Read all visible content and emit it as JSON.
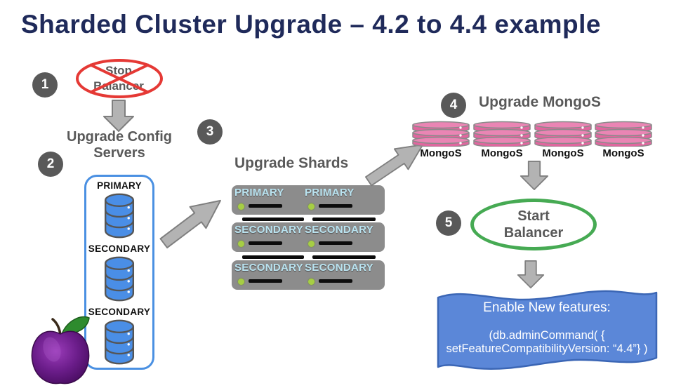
{
  "title": "Sharded Cluster Upgrade – 4.2 to 4.4 example",
  "steps": [
    {
      "number": "1",
      "label": "Stop Balancer"
    },
    {
      "number": "2",
      "label": "Upgrade Config Servers"
    },
    {
      "number": "3",
      "label": "Upgrade Shards"
    },
    {
      "number": "4",
      "label": "Upgrade MongoS"
    },
    {
      "number": "5",
      "label": "Start Balancer"
    }
  ],
  "config_servers": {
    "nodes": [
      {
        "role": "PRIMARY"
      },
      {
        "role": "SECONDARY"
      },
      {
        "role": "SECONDARY"
      }
    ]
  },
  "shards": {
    "rows": [
      {
        "left": "PRIMARY",
        "right": "PRIMARY"
      },
      {
        "left": "SECONDARY",
        "right": "SECONDARY"
      },
      {
        "left": "SECONDARY",
        "right": "SECONDARY"
      }
    ]
  },
  "mongos": {
    "instances": [
      {
        "label": "MongoS"
      },
      {
        "label": "MongoS"
      },
      {
        "label": "MongoS"
      },
      {
        "label": "MongoS"
      }
    ]
  },
  "feature_box": {
    "title": "Enable New features:",
    "code_line1": "(db.adminCommand( {",
    "code_line2": "setFeatureCompatibilityVersion: “4.4”} )"
  },
  "colors": {
    "title_navy": "#1f2a5a",
    "step_gray": "#595959",
    "arrow_gray": "#b3b3b3",
    "no_sign_red": "#e53935",
    "config_blue": "#4a90e2",
    "cylinder_blue": "#4a8ee6",
    "server_gray": "#8c8c8c",
    "server_label_cyan": "#b9e3f0",
    "led_green": "#a6ce44",
    "mongos_pink": "#e0679f",
    "balancer_green": "#46aa53",
    "banner_blue": "#5b87d8",
    "apple_purple": "#6b1d8a"
  }
}
